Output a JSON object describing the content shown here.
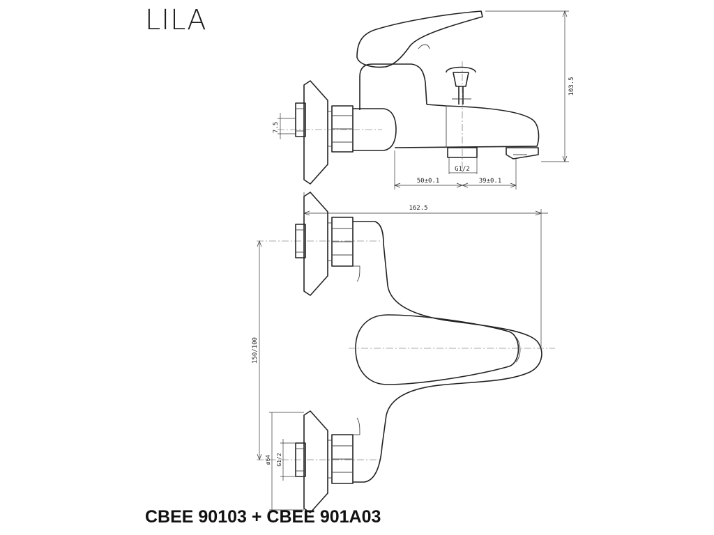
{
  "title": "LILA",
  "model_codes": "CBEE 90103 + CBEE 901A03",
  "dimensions": {
    "overall_height": "103.5",
    "inlet_offset": "7.5",
    "outlet_thread": "G1/2",
    "outlet_to_body": "50±0.1",
    "outlet_to_spout": "39±0.1",
    "total_length": "162.5",
    "inlet_spacing": "150/100",
    "inlet_thread": "G1/2",
    "inlet_diameter": "ø64"
  }
}
